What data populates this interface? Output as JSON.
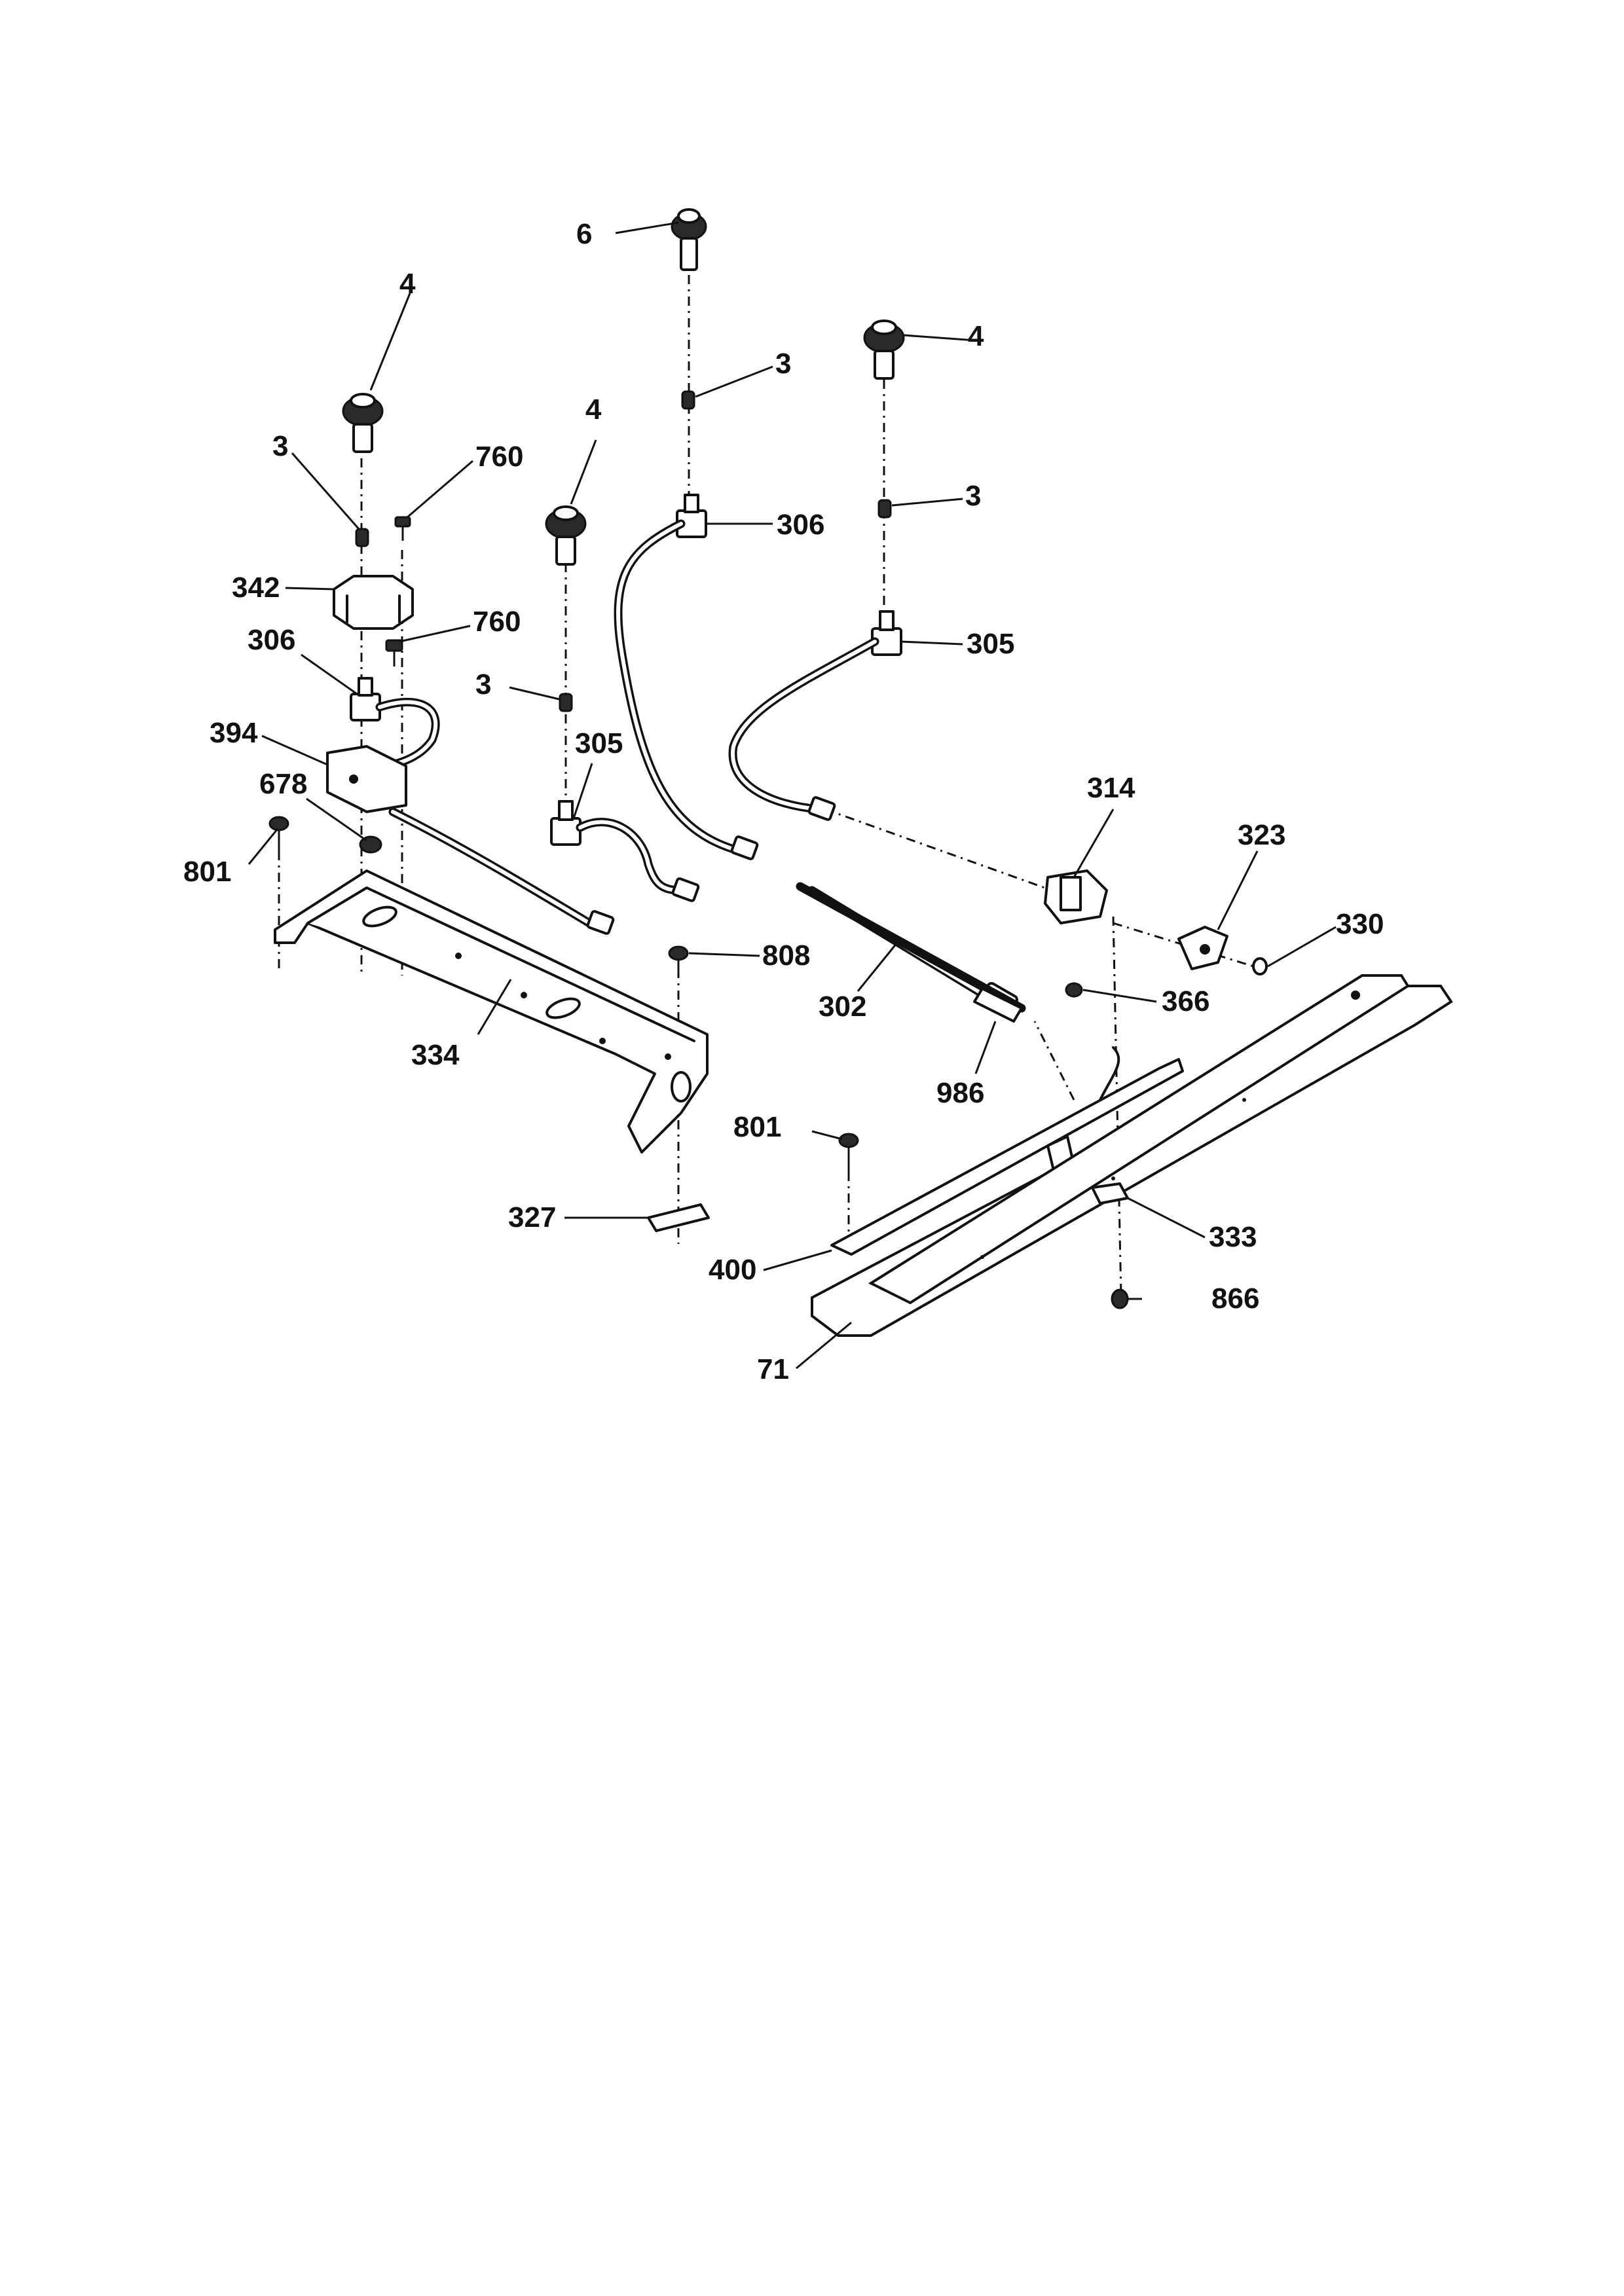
{
  "diagram": {
    "callouts": {
      "part_4_left": "4",
      "part_4_center": "4",
      "part_4_right": "4",
      "part_6": "6",
      "part_3_left": "3",
      "part_3_center_top": "3",
      "part_3_center": "3",
      "part_3_right": "3",
      "part_760_top": "760",
      "part_760_lower": "760",
      "part_342": "342",
      "part_306_left": "306",
      "part_306_center": "306",
      "part_305_center": "305",
      "part_305_right": "305",
      "part_394": "394",
      "part_678": "678",
      "part_801_left": "801",
      "part_801_lower": "801",
      "part_808": "808",
      "part_334": "334",
      "part_327": "327",
      "part_314": "314",
      "part_323": "323",
      "part_330": "330",
      "part_366": "366",
      "part_302": "302",
      "part_986": "986",
      "part_400": "400",
      "part_333": "333",
      "part_866": "866",
      "part_71": "71"
    }
  }
}
